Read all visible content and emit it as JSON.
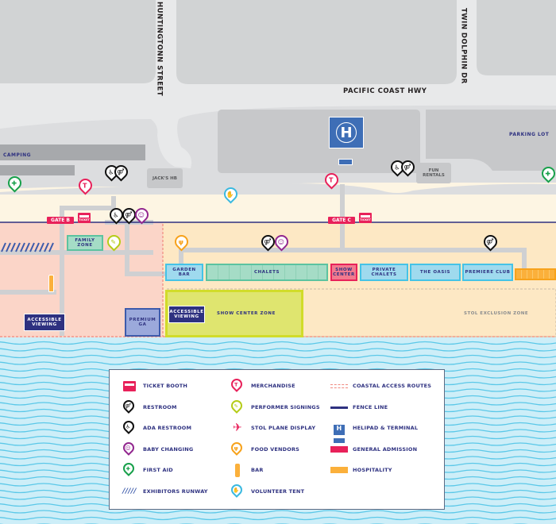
{
  "streets": {
    "huntington": "HUNTINGTONN STREET",
    "twin_dolphin": "TWIN DOLPHIN DR",
    "pch": "PACIFIC COAST HWY"
  },
  "areas": {
    "camping": "CAMPING",
    "parking_lot": "PARKING LOT",
    "jacks_hb": "JACK'S HB",
    "fun_rentals": "FUN RENTALS",
    "stol_exclusion": "STOL EXCLUSION ZONE"
  },
  "gates": {
    "gate_b": "GATE B",
    "gate_c": "GATE C",
    "ticket": "TICKET"
  },
  "zones": {
    "family_zone": "FAMILY ZONE",
    "garden_bar": "GARDEN BAR",
    "chalets": "CHALETS",
    "show_center": "SHOW CENTER",
    "private_chalets": "PRIVATE CHALETS",
    "the_oasis": "THE OASIS",
    "premiere_club": "PREMIERE CLUB",
    "accessible_viewing": "ACCESSIBLE VIEWING",
    "premium_ga": "PREMIUM GA",
    "show_center_zone": "SHOW CENTER ZONE"
  },
  "helipad_letter": "H",
  "colors": {
    "navy": "#2e3180",
    "general_admission": "#e8215a",
    "hospitality": "#fbb03b",
    "helipad": "#3e6eb6",
    "first_aid": "#17a04a",
    "merchandise": "#e8215a",
    "baby": "#92278f",
    "performer": "#b5cc18",
    "food": "#f7a21b",
    "volunteer": "#3bb9e0",
    "water": "#cdeef8"
  },
  "legend": [
    {
      "label": "TICKET BOOTH",
      "icon": "ticket-booth-icon"
    },
    {
      "label": "RESTROOM",
      "icon": "restroom-icon"
    },
    {
      "label": "ADA RESTROOM",
      "icon": "ada-restroom-icon"
    },
    {
      "label": "BABY CHANGING",
      "icon": "baby-changing-icon"
    },
    {
      "label": "FIRST AID",
      "icon": "first-aid-icon"
    },
    {
      "label": "EXHIBITORS RUNWAY",
      "icon": "exhibitors-runway-icon"
    },
    {
      "label": "MERCHANDISE",
      "icon": "merchandise-icon"
    },
    {
      "label": "PERFORMER SIGNINGS",
      "icon": "performer-signings-icon"
    },
    {
      "label": "STOL PLANE DISPLAY",
      "icon": "plane-icon"
    },
    {
      "label": "FOOD VENDORS",
      "icon": "food-vendors-icon"
    },
    {
      "label": "BAR",
      "icon": "bar-bottle-icon"
    },
    {
      "label": "VOLUNTEER TENT",
      "icon": "volunteer-tent-icon"
    },
    {
      "label": "COASTAL ACCESS ROUTES",
      "icon": "coastal-access-routes-icon"
    },
    {
      "label": "FENCE LINE",
      "icon": "fence-line-icon"
    },
    {
      "label": "HELIPAD & TERMINAL",
      "icon": "helipad-icon"
    },
    {
      "label": "GENERAL ADMISSION",
      "icon": "general-admission-swatch"
    },
    {
      "label": "HOSPITALITY",
      "icon": "hospitality-swatch"
    }
  ]
}
